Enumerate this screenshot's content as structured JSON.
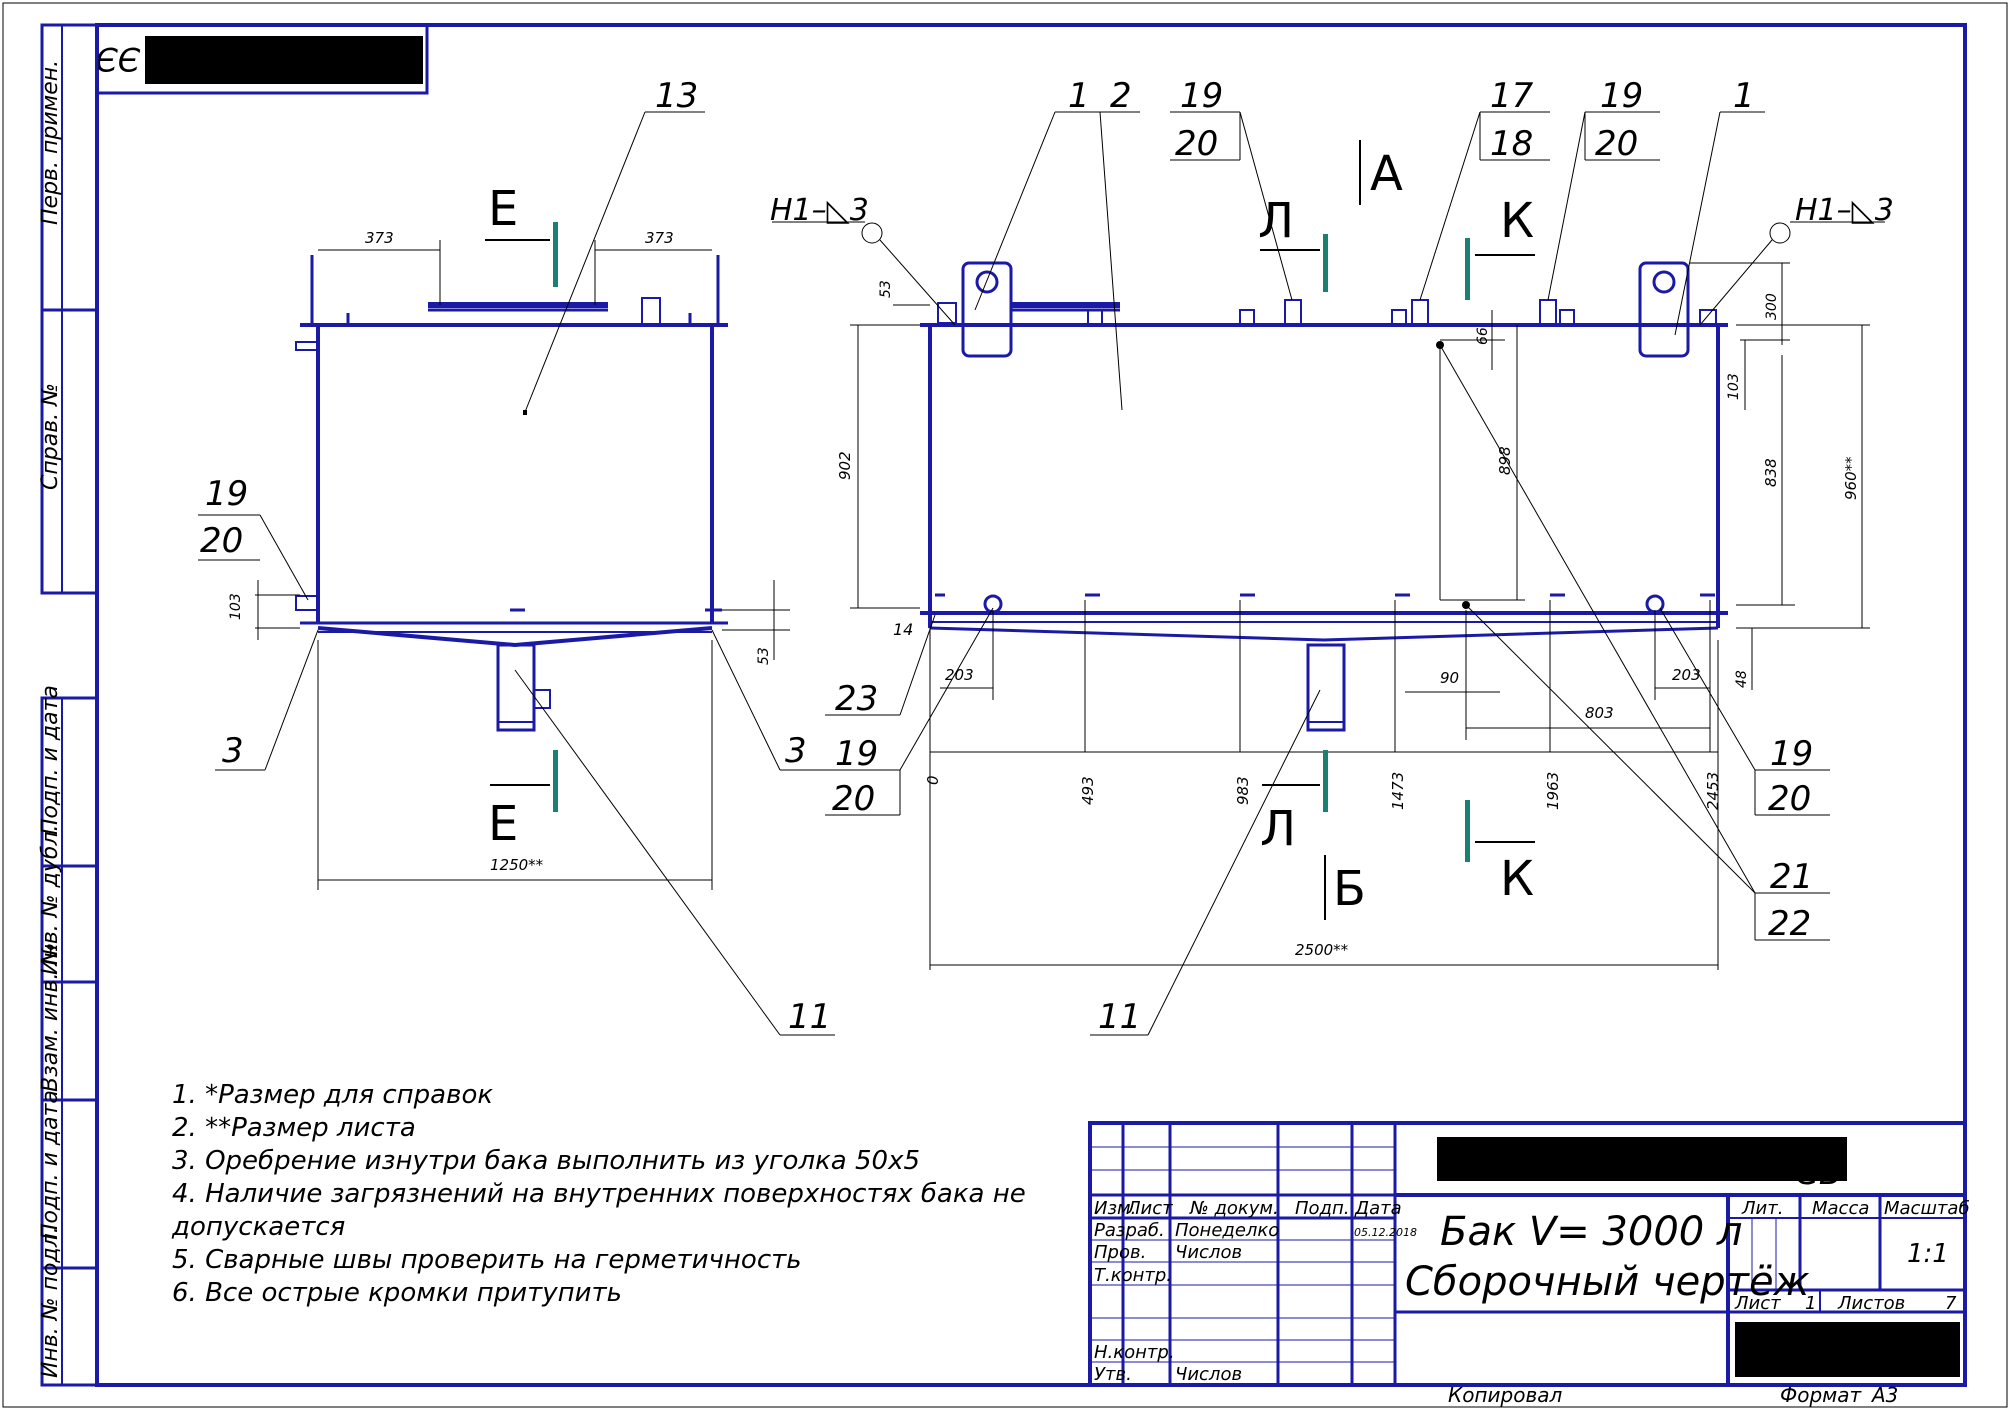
{
  "stamp": {
    "code_prefix": "ЭЭ"
  },
  "side_strip": {
    "pervprim": "Перв. примен.",
    "sprav": "Справ. №",
    "podp_data_1": "Подп. и дата",
    "inv_dubl": "Инв. № дубл.",
    "vzam_inv": "Взам. инв. №",
    "podp_data_2": "Подп. и дата",
    "inv_podl": "Инв. № подл."
  },
  "views": {
    "section_E": "Е",
    "section_L": "Л",
    "section_K": "К",
    "view_A": "А",
    "view_B": "Б",
    "weld_mark": "Н1–◺3"
  },
  "positions": {
    "p1": "1",
    "p2": "2",
    "p3": "3",
    "p11": "11",
    "p13": "13",
    "p17": "17",
    "p18": "18",
    "p19": "19",
    "p20": "20",
    "p21": "21",
    "p22": "22",
    "p23": "23"
  },
  "dimensions": {
    "d373": "373",
    "d103": "103",
    "d53": "53",
    "d1250": "1250**",
    "d902": "902",
    "d14": "14",
    "d203": "203",
    "d66": "66",
    "d898": "898",
    "d300": "300",
    "d838": "838",
    "d960": "960**",
    "d90": "90",
    "d803": "803",
    "d48": "48",
    "d0": "0",
    "d493": "493",
    "d983": "983",
    "d1473": "1473",
    "d1963": "1963",
    "d2453": "2453",
    "d2500": "2500**"
  },
  "notes": [
    "1.  *Размер для справок",
    "2.  **Размер листа",
    "3. Оребрение изнутри бака выполнить из уголка 50х5",
    "4. Наличие загрязнений на внутренних поверхностях бака не",
    "допускается",
    "5. Сварные швы проверить на герметичность",
    "6. Все острые кромки притупить"
  ],
  "title_block": {
    "doc_suffix": "СБ",
    "title_line1": "Бак V= 3000 л",
    "title_line2": "Сборочный чертёж",
    "izm": "Изм.",
    "list": "Лист",
    "n_dokum": "№ докум.",
    "podp": "Подп.",
    "data": "Дата",
    "razrab": "Разраб.",
    "razrab_name": "Понеделко",
    "date": "05.12.2018",
    "prov": "Пров.",
    "prov_name": "Числов",
    "tkontr": "Т.контр.",
    "nkontr": "Н.контр.",
    "utv": "Утв.",
    "utv_name": "Числов",
    "lit": "Лит.",
    "massa": "Масса",
    "masshtab": "Масштаб",
    "scale": "1:1",
    "sheet_label": "Лист",
    "sheet_no": "1",
    "sheets_label": "Листов",
    "sheets_total": "7",
    "kopiroval": "Копировал",
    "format_label": "Формат",
    "format_value": "А3"
  }
}
